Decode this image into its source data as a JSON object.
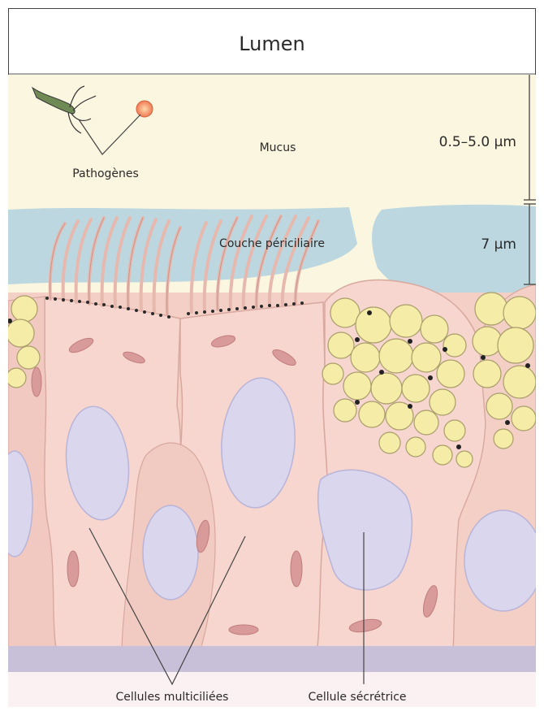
{
  "header": {
    "title": "Lumen"
  },
  "labels": {
    "pathogens": "Pathogènes",
    "mucus": "Mucus",
    "periciliary": "Couche périciliaire",
    "multiciliated": "Cellules multiciliées",
    "secretory": "Cellule sécrétrice"
  },
  "scale": {
    "mucus_thickness": "0.5–5.0 μm",
    "periciliary_thickness": "7 μm"
  },
  "colors": {
    "mucus": "#fbf6df",
    "periciliary": "#bcd7e0",
    "cell": "#f3cfc6",
    "nucleus": "#d9d6ee",
    "granule": "#f5eca8",
    "basal": "#c8c0d8"
  }
}
